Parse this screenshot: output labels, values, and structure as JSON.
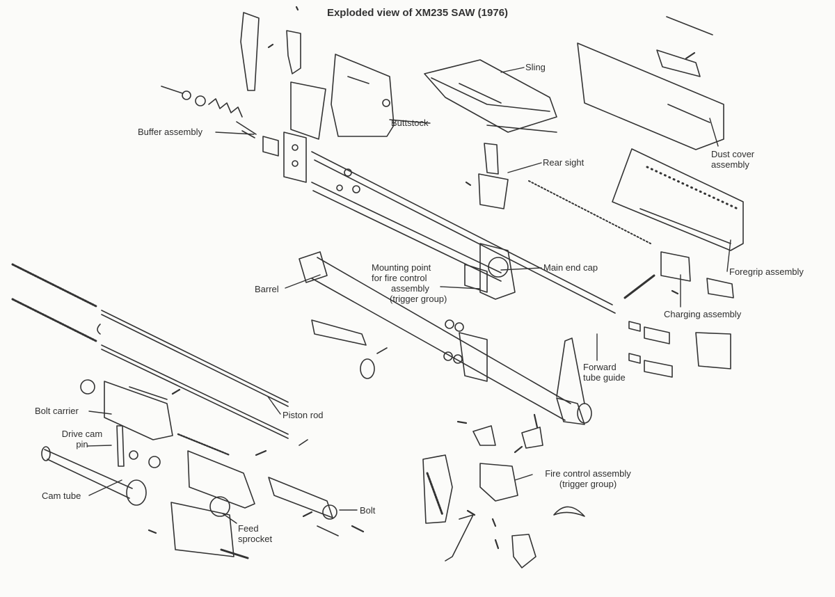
{
  "title": "Exploded view of XM235 SAW (1976)",
  "labels": {
    "sling": "Sling",
    "buttstock": "Buttstock",
    "buffer_assembly": "Buffer assembly",
    "rear_sight": "Rear sight",
    "dust_cover_1": "Dust cover",
    "dust_cover_2": "assembly",
    "foregrip_assembly": "Foregrip assembly",
    "main_end_cap": "Main end cap",
    "mounting_1": "Mounting point",
    "mounting_2": "for fire control",
    "mounting_3": "assembly",
    "mounting_4": "(trigger group)",
    "barrel": "Barrel",
    "charging_assembly": "Charging assembly",
    "forward_tube_1": "Forward",
    "forward_tube_2": "tube guide",
    "bolt_carrier": "Bolt carrier",
    "piston_rod": "Piston rod",
    "drive_cam_1": "Drive cam",
    "drive_cam_2": "pin",
    "cam_tube": "Cam tube",
    "fire_control_1": "Fire control assembly",
    "fire_control_2": "(trigger group)",
    "bolt": "Bolt",
    "feed_sprocket_1": "Feed",
    "feed_sprocket_2": "sprocket"
  }
}
